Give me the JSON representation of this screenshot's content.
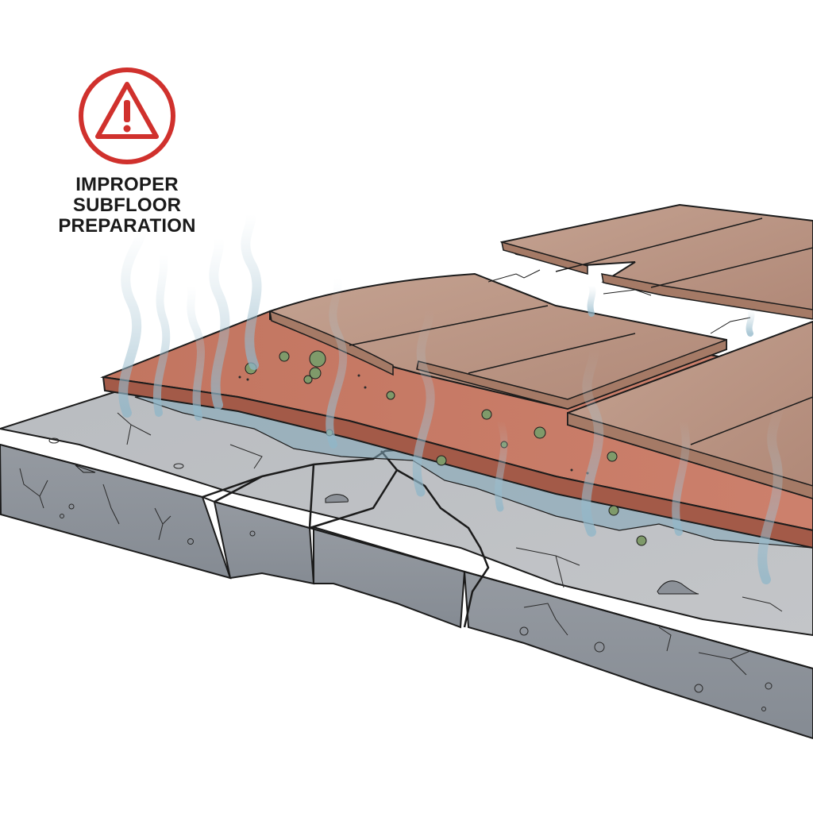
{
  "warning": {
    "icon": "warning-triangle-icon",
    "title_lines": [
      "IMPROPER",
      "SUBFLOOR",
      "PREPARATION"
    ],
    "color": "#d0312d"
  },
  "illustration": {
    "subject": "Cross-section of a flooring assembly over a cracked concrete slab",
    "layers": [
      {
        "name": "hardwood-planks",
        "description": "Warped, lifting and separated wood planks",
        "color": "#b8927e"
      },
      {
        "name": "underlayment",
        "description": "Reddish underlayment pad with mold spots",
        "color": "#c87a66"
      },
      {
        "name": "moisture-pooling",
        "description": "Pooled water on slab surface",
        "color": "#8fb2c2"
      },
      {
        "name": "concrete-slab",
        "description": "Cracked, broken concrete slab",
        "color": "#a9adb3"
      }
    ],
    "hazards": [
      "moisture vapor rising",
      "mold growth",
      "cracked slab",
      "warped planks",
      "gaps between planks"
    ],
    "colors": {
      "wood_top": "#bd9a88",
      "wood_edge": "#a57a66",
      "underlay_top": "#c87a66",
      "underlay_edge": "#a85e4c",
      "concrete_top": "#b3b6ba",
      "concrete_side": "#8f959c",
      "water": "#7fa6b8",
      "vapor": "#a9c4d2",
      "mold": "#7f9a6a",
      "outline": "#1b1b1b"
    }
  }
}
